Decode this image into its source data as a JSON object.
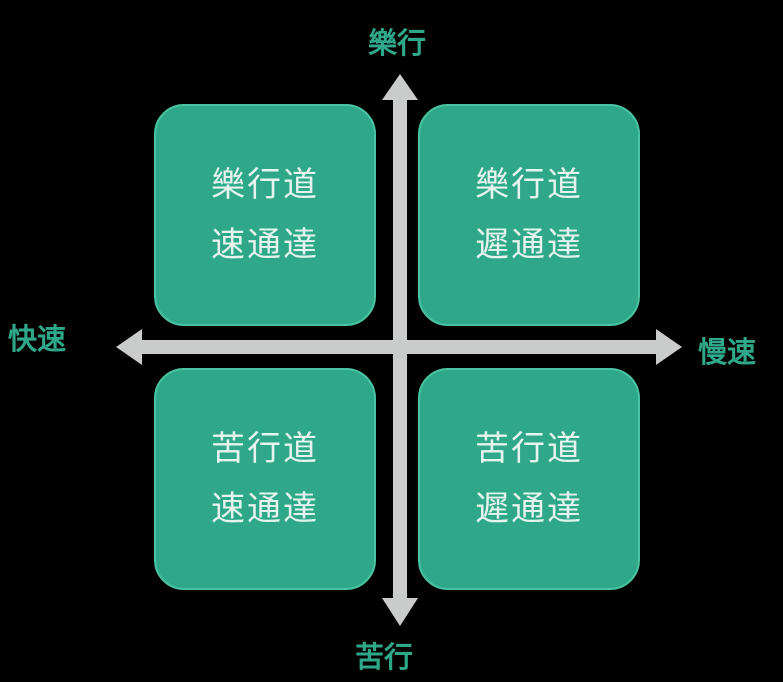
{
  "colors": {
    "background": "#000000",
    "box_fill": "#2fa88a",
    "box_border": "#48c4a2",
    "box_text": "#e6f3ef",
    "axis_label": "#2fa88a",
    "axis_arrow": "#c9ccca"
  },
  "axes": {
    "top": "樂行",
    "bottom": "苦行",
    "left": "快速",
    "right": "慢速"
  },
  "quadrants": {
    "top_left": {
      "line1": "樂行道",
      "line2": "速通達"
    },
    "top_right": {
      "line1": "樂行道",
      "line2": "遲通達"
    },
    "bottom_left": {
      "line1": "苦行道",
      "line2": "速通達"
    },
    "bottom_right": {
      "line1": "苦行道",
      "line2": "遲通達"
    }
  }
}
